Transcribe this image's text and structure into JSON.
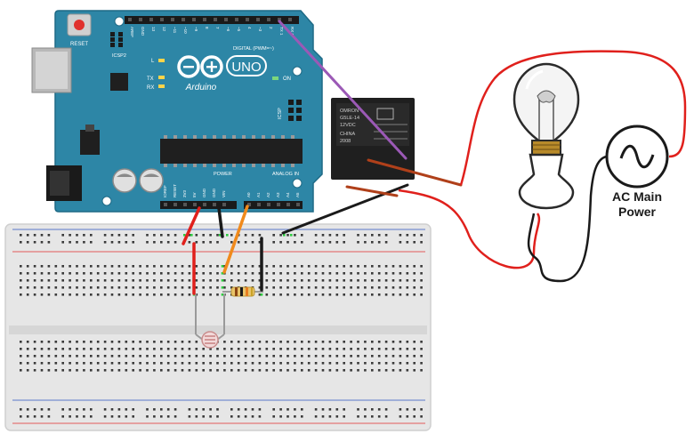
{
  "arduino": {
    "reset_label": "RESET",
    "icsp2_label": "ICSP2",
    "icsp_label": "ICSP",
    "l_label": "L",
    "tx_label": "TX",
    "rx_label": "RX",
    "on_label": "ON",
    "brand_label": "Arduino",
    "uno_label": "UNO",
    "digital_label": "DIGITAL (PWM=~)",
    "power_label": "POWER",
    "analog_label": "ANALOG IN",
    "digital_pins": [
      "AREF",
      "GND",
      "13",
      "12",
      "~11",
      "~10",
      "~9",
      "8",
      "7",
      "~6",
      "~5",
      "4",
      "~3",
      "2",
      "TX 1",
      "RX 0"
    ],
    "power_pins": [
      "IOREF",
      "RESET",
      "3V3",
      "5V",
      "GND",
      "GND",
      "VIN"
    ],
    "analog_pins": [
      "A0",
      "A1",
      "A2",
      "A3",
      "A4",
      "A5"
    ],
    "color_board": "#2d86a6"
  },
  "relay": {
    "text_lines": [
      "OMRON",
      "G5LE-14",
      "12VDC",
      "CHINA",
      "2008"
    ],
    "color_body": "#1f1f1f"
  },
  "ac_source": {
    "line1": "AC Main",
    "line2": "Power"
  },
  "wires": {
    "red": "#e0201c",
    "black": "#1a1a1a",
    "orange": "#f08a1c",
    "purple": "#9b59b6",
    "brown": "#b0401a"
  },
  "breadboard": {
    "color_body": "#e8e8e8",
    "color_rail_red": "#e35a5a",
    "color_rail_blue": "#5a78c9"
  }
}
